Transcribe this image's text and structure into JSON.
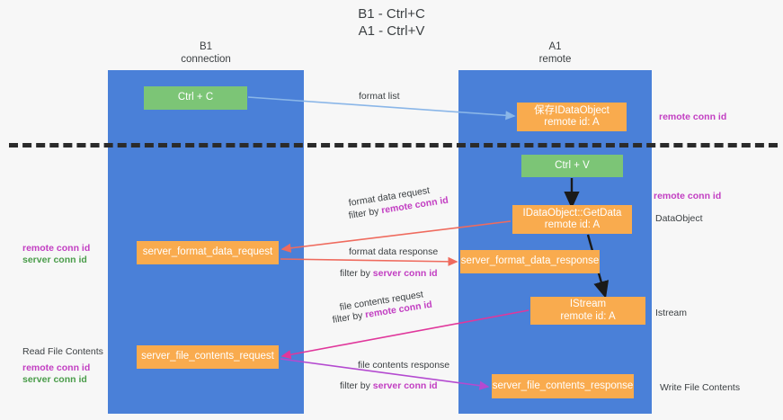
{
  "title": "B1 - Ctrl+C\nA1 - Ctrl+V",
  "lanes": [
    {
      "name": "b1",
      "title": "B1\nconnection"
    },
    {
      "name": "a1",
      "title": "A1\nremote"
    }
  ],
  "nodes": {
    "ctrl_c": "Ctrl + C",
    "idataobject": "保存IDataObject\nremote id: A",
    "ctrl_v": "Ctrl + V",
    "getdata": "IDataObject::GetData\nremote id: A",
    "server_format_data_request": "server_format_data_request",
    "server_format_data_response": "server_format_data_response",
    "istream": "IStream\nremote id: A",
    "server_file_contents_request": "server_file_contents_request",
    "server_file_contents_response": "server_file_contents_response"
  },
  "edge_labels": {
    "format_list": "format list",
    "format_data_request": "format data request",
    "format_data_request_filter_prefix": "filter by ",
    "format_data_request_filter_key": "remote conn id",
    "format_data_response": "format data response",
    "format_data_response_filter_prefix": "filter by ",
    "format_data_response_filter_key": "server conn id",
    "file_contents_request": "file contents request",
    "file_contents_request_filter_prefix": "filter by ",
    "file_contents_request_filter_key": "remote conn id",
    "file_contents_response": "file contents response",
    "file_contents_response_filter_prefix": "filter by ",
    "file_contents_response_filter_key": "server conn id"
  },
  "annotations": {
    "right_remote_conn_id_top": "remote conn id",
    "right_remote_conn_id_mid": "remote conn id",
    "right_dataobject": "DataObject",
    "right_istream": "Istream",
    "right_write_file_contents": "Write File Contents",
    "left_remote_conn_id": "remote conn id",
    "left_server_conn_id": "server conn id",
    "left_read_file_contents": "Read File Contents",
    "left_remote_conn_id_2": "remote conn id",
    "left_server_conn_id_2": "server conn id"
  },
  "colors": {
    "lane": "#4a80d8",
    "green_node": "#7cc576",
    "orange_node": "#f9ab4e",
    "magenta": "#c23ec2",
    "green_text": "#4a9c4a",
    "arrow_blue": "#8ab6e8",
    "arrow_red": "#ef6b5e",
    "arrow_pink": "#e0379b",
    "arrow_purple": "#b44ad0",
    "arrow_black": "#1a1a1a",
    "divider": "#2b2b2b",
    "background": "#f7f7f7"
  }
}
